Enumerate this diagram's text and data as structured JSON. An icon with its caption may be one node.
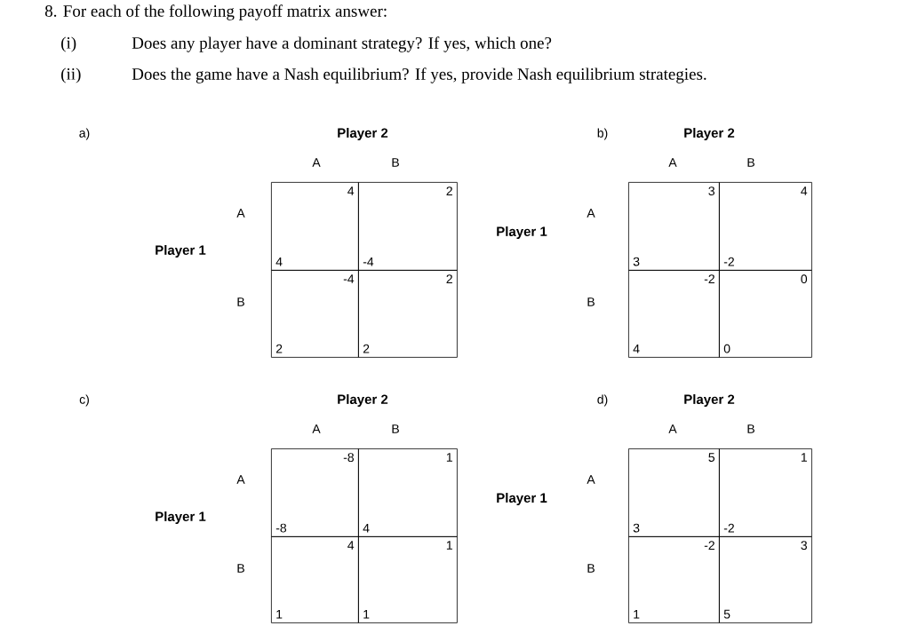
{
  "diagram": {
    "nodes": [
      {
        "text": [
          "4",
          "4"
        ]
      },
      {
        "text": [
          "2",
          "-4"
        ]
      },
      {
        "text": [
          "-4",
          "2"
        ]
      },
      {
        "text": [
          "2",
          "2"
        ]
      },
      {
        "text": [
          "3",
          "3"
        ]
      },
      {
        "text": [
          "4",
          "-2"
        ]
      },
      {
        "text": [
          "-2",
          "4"
        ]
      },
      {
        "text": [
          "0",
          "0"
        ]
      },
      {
        "text": [
          "-8",
          "-8"
        ]
      },
      {
        "text": [
          "1",
          "4"
        ]
      },
      {
        "text": [
          "4",
          "1"
        ]
      },
      {
        "text": [
          "1",
          "1"
        ]
      },
      {
        "text": [
          "5",
          "3"
        ]
      },
      {
        "text": [
          "1",
          "-2"
        ]
      },
      {
        "text": [
          "-2",
          "1"
        ]
      },
      {
        "text": [
          "3",
          "5"
        ]
      }
    ],
    "labels": [
      "8. For each of the following payoff matrix answer:",
      "(i)",
      "Does any player have a dominant strategy? If yes, which one?",
      "(ii)",
      "Does the game have a Nash equilibrium? If yes, provide Nash equilibrium strategies.",
      "a)",
      "Player 2",
      "A",
      "B",
      "A",
      "Player 1",
      "B",
      "b)",
      "Player 2",
      "A",
      "B",
      "A",
      "Player 1",
      "B",
      "c)",
      "Player 2",
      "A",
      "B",
      "A",
      "Player 1",
      "B",
      "d)",
      "Player 2",
      "A",
      "B",
      "A",
      "Player 1",
      "B"
    ]
  }
}
